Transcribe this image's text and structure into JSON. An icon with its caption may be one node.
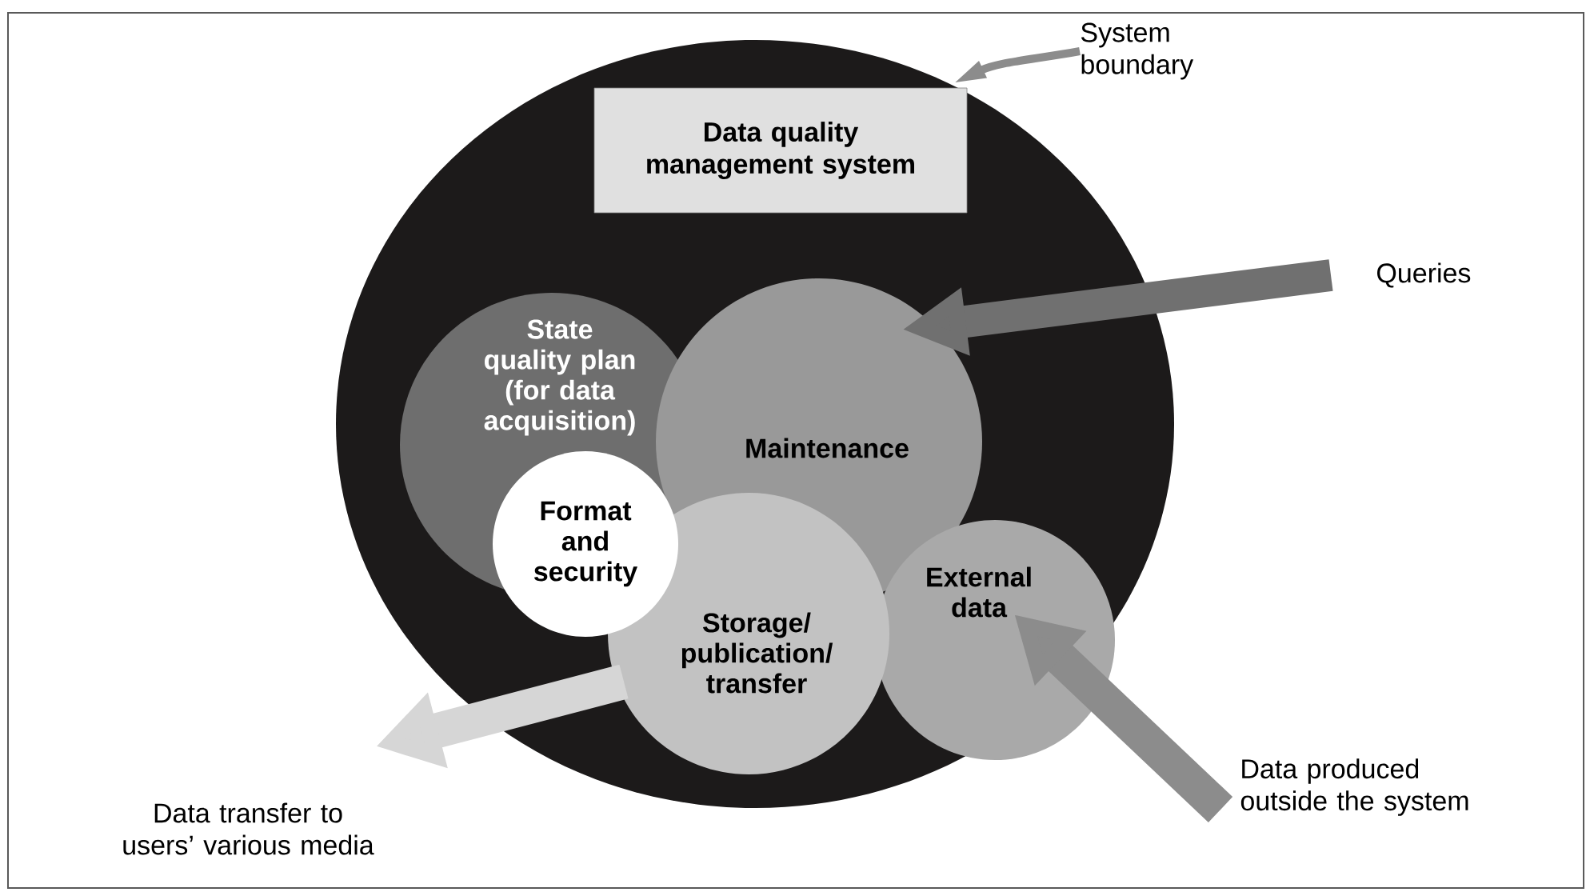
{
  "diagram": {
    "nodes": [
      {
        "text": [],
        "shape": "circle"
      },
      {
        "text": [
          "Data quality management system"
        ],
        "in": 0
      },
      {
        "text": [
          "State quality plan (for data acquisition)"
        ],
        "in": 0
      },
      {
        "text": [
          "Maintenance"
        ],
        "in": 0
      },
      {
        "text": [
          "External data"
        ],
        "in": 0
      },
      {
        "text": [
          "Storage/ publication/ transfer"
        ],
        "in": 0
      },
      {
        "text": [
          "Format and security"
        ],
        "in": 0
      },
      {
        "text": [
          "System boundary"
        ]
      },
      {
        "text": [
          "Queries"
        ]
      },
      {
        "text": [
          "Data produced outside the system"
        ]
      },
      {
        "text": [
          "Data transfer to users’ various media"
        ]
      }
    ],
    "edges": [
      {
        "from": 7,
        "to": 0,
        "arrow": "to"
      },
      {
        "from": 8,
        "to": 3,
        "arrow": "to"
      },
      {
        "from": 9,
        "to": 4,
        "arrow": "to"
      },
      {
        "from": 5,
        "to": 10,
        "arrow": "to"
      }
    ]
  }
}
